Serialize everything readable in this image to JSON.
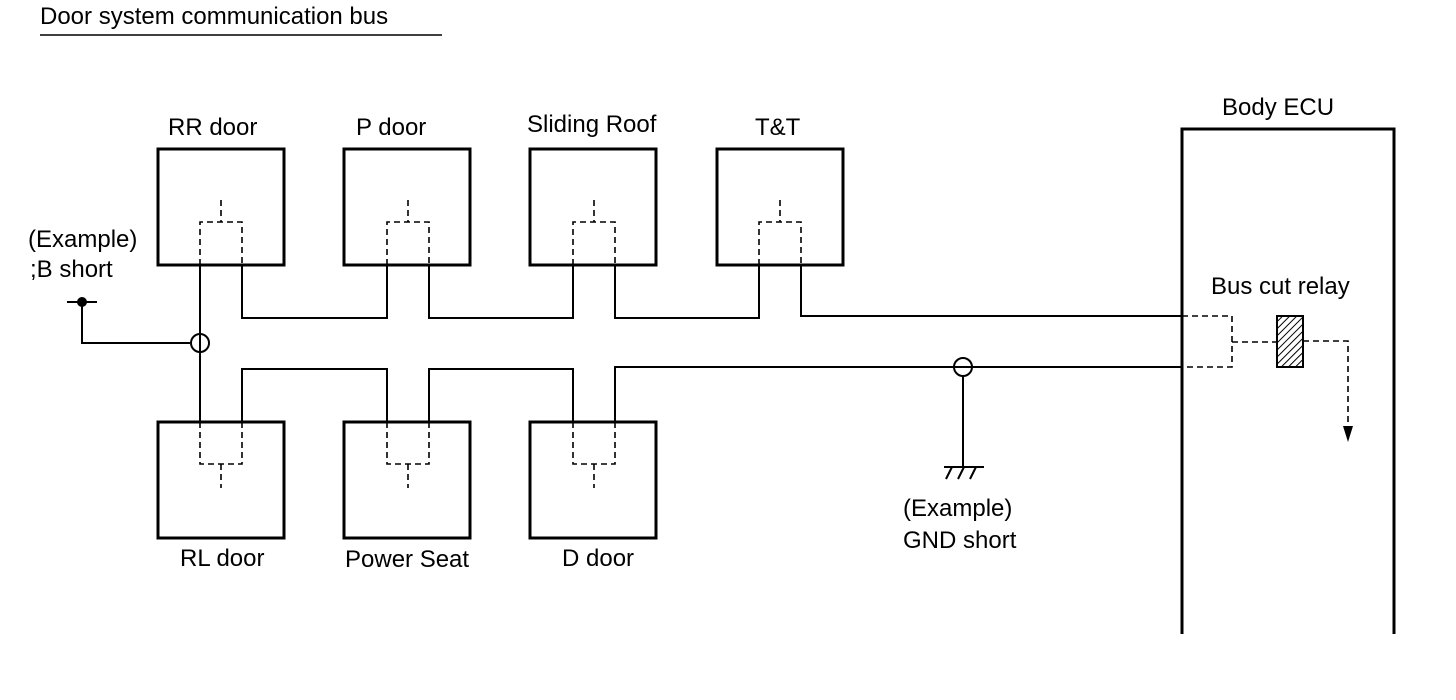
{
  "title": "Door system communication bus",
  "modules": {
    "rr_door": "RR door",
    "p_door": "P door",
    "sliding_roof": "Sliding Roof",
    "tt": "T&T",
    "rl_door": "RL door",
    "power_seat": "Power Seat",
    "d_door": "D door"
  },
  "body_ecu": {
    "label": "Body ECU",
    "relay_label": "Bus cut relay"
  },
  "annotations": {
    "b_short_line1": "(Example)",
    "b_short_line2": ";B short",
    "gnd_short_line1": "(Example)",
    "gnd_short_line2": "GND short"
  }
}
